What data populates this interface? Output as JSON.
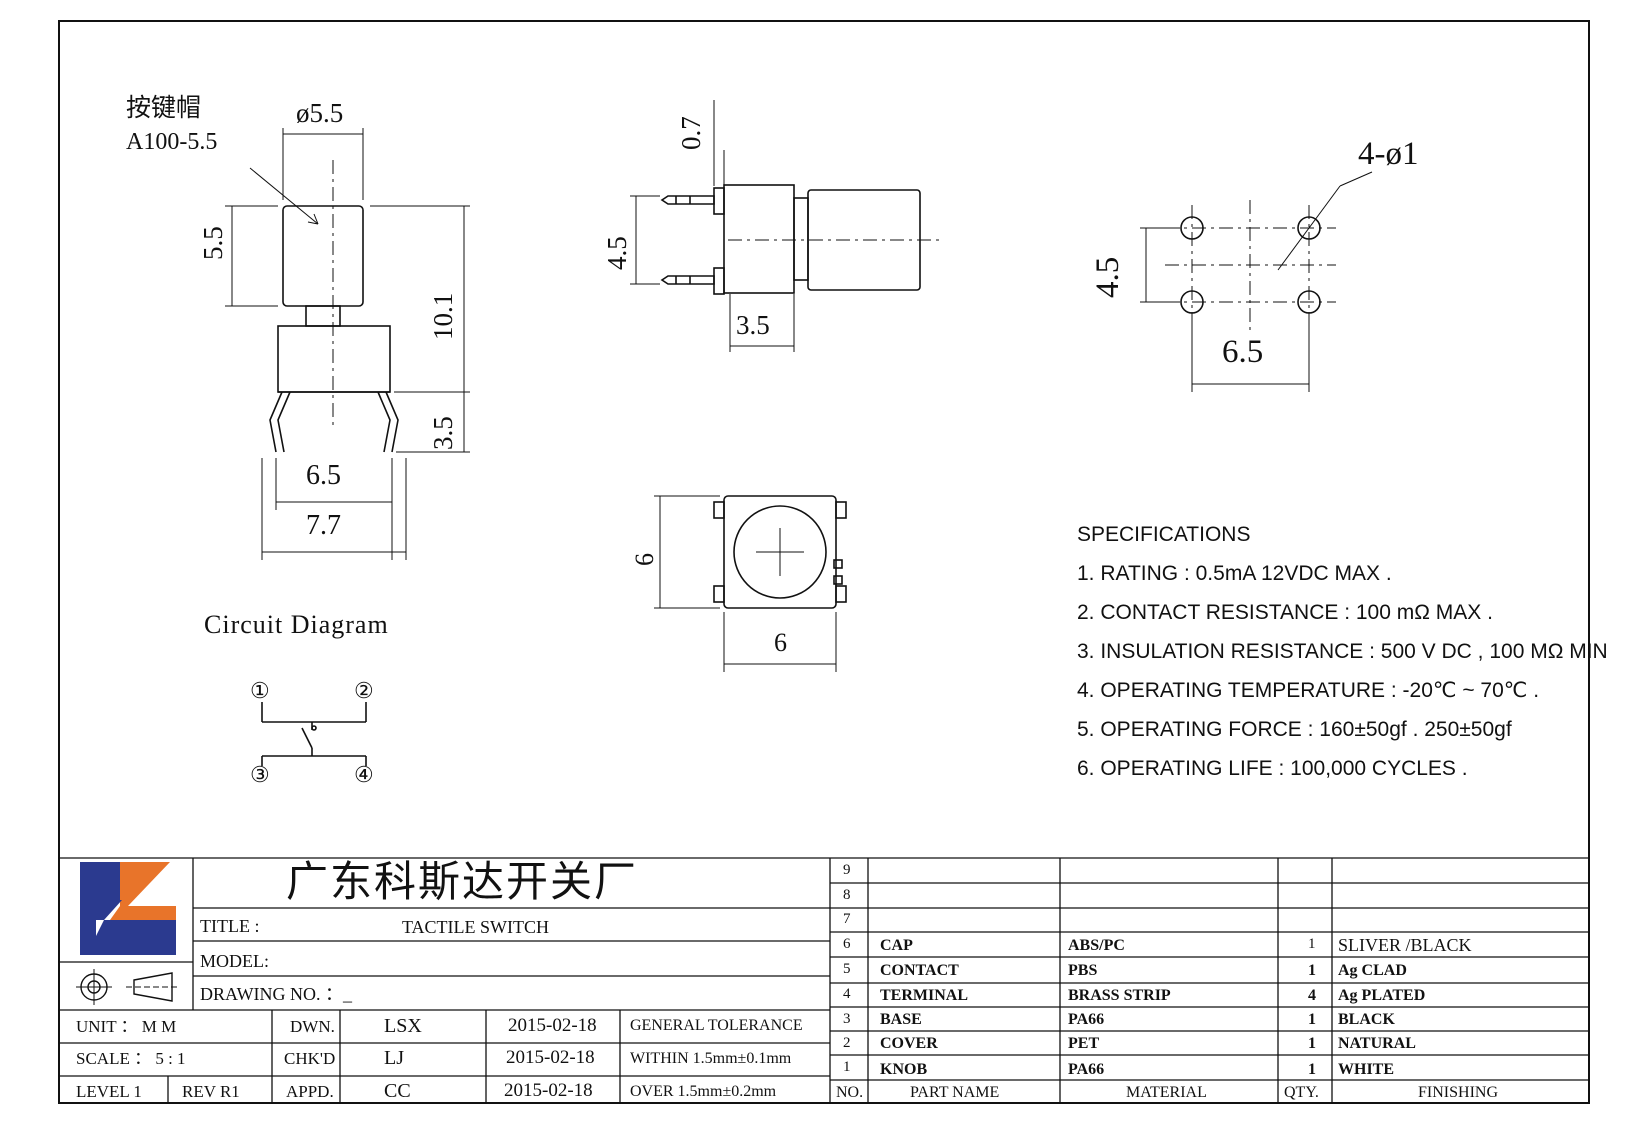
{
  "drawing": {
    "cap_label_cn": "按键帽",
    "cap_label_code": "A100-5.5",
    "dims": {
      "cap_diameter": "ø5.5",
      "cap_height": "5.5",
      "total_height": "10.1",
      "pin_length": "3.5",
      "pin_span_inner": "6.5",
      "pin_span_outer": "7.7",
      "side_top": "0.7",
      "side_pin_gap": "4.5",
      "side_body": "3.5",
      "hole_spec": "4-ø1",
      "hole_vertical": "4.5",
      "hole_horizontal": "6.5",
      "body_height": "6",
      "body_width": "6"
    },
    "circuit_title": "Circuit Diagram",
    "circuit_pins": [
      "①",
      "②",
      "③",
      "④"
    ]
  },
  "specifications": {
    "heading": "SPECIFICATIONS",
    "items": [
      "1. RATING : 0.5mA 12VDC MAX .",
      "2. CONTACT RESISTANCE : 100 mΩ MAX .",
      "3. INSULATION RESISTANCE : 500 V DC , 100 MΩ MIN",
      "4. OPERATING TEMPERATURE : -20℃ ~ 70℃ .",
      "5. OPERATING FORCE : 160±50gf . 250±50gf",
      "6. OPERATING LIFE : 100,000 CYCLES ."
    ]
  },
  "title_block": {
    "company": "广东科斯达开关厂",
    "title_label": "TITLE :",
    "title_value": "TACTILE SWITCH",
    "model_label": "MODEL:",
    "drawing_no_label": "DRAWING NO. ：_",
    "unit": "UNIT  ：  M M",
    "scale": "SCALE  ：  5 : 1",
    "level": "LEVEL 1",
    "rev": "REV  R1",
    "roles": [
      {
        "role": "DWN.",
        "name": "LSX",
        "date": "2015-02-18"
      },
      {
        "role": "CHK'D",
        "name": "LJ",
        "date": "2015-02-18"
      },
      {
        "role": "APPD.",
        "name": "CC",
        "date": "2015-02-18"
      }
    ],
    "tolerance": [
      "GENERAL TOLERANCE",
      "WITHIN 1.5mm±0.1mm",
      "OVER  1.5mm±0.2mm"
    ]
  },
  "bom": {
    "empty_rows": [
      "9",
      "8",
      "7"
    ],
    "rows": [
      {
        "no": "6",
        "part": "CAP",
        "material": "ABS/PC",
        "qty": "1",
        "finish": "SLIVER /BLACK"
      },
      {
        "no": "5",
        "part": "CONTACT",
        "material": "PBS",
        "qty": "1",
        "finish": "Ag CLAD"
      },
      {
        "no": "4",
        "part": "TERMINAL",
        "material": "BRASS STRIP",
        "qty": "4",
        "finish": "Ag PLATED"
      },
      {
        "no": "3",
        "part": "BASE",
        "material": "PA66",
        "qty": "1",
        "finish": "BLACK"
      },
      {
        "no": "2",
        "part": "COVER",
        "material": "PET",
        "qty": "1",
        "finish": "NATURAL"
      },
      {
        "no": "1",
        "part": "KNOB",
        "material": "PA66",
        "qty": "1",
        "finish": "WHITE"
      }
    ],
    "headers": {
      "no": "NO.",
      "part": "PART  NAME",
      "material": "MATERIAL",
      "qty": "QTY.",
      "finish": "FINISHING"
    }
  }
}
